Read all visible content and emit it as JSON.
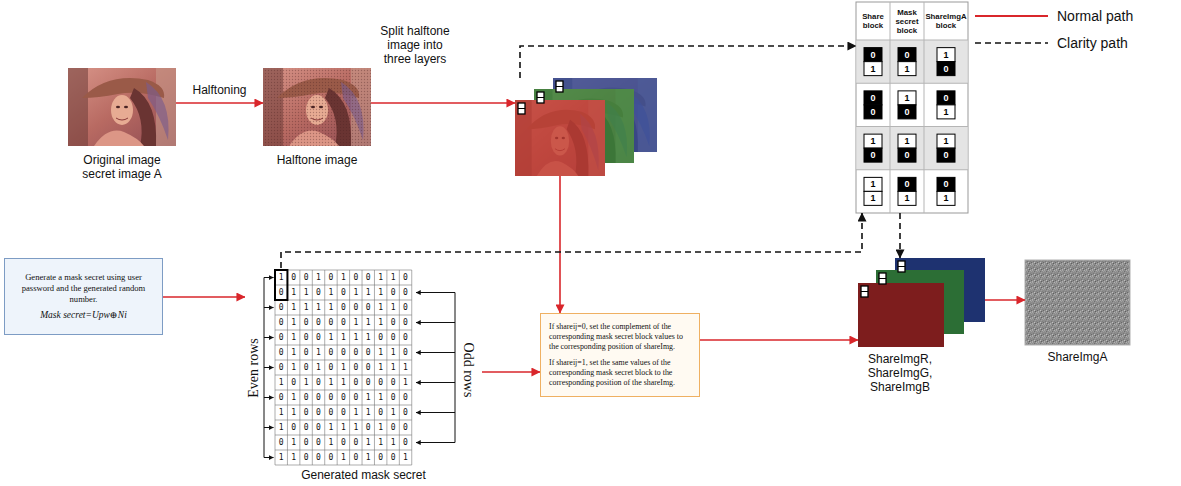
{
  "diagram": {
    "nodes": [
      {
        "text": [
          "Original image secret image A"
        ]
      },
      {
        "text": [
          "Halftone image"
        ]
      },
      {
        "text": []
      },
      {
        "text": [
          "Share block",
          "Mask secret block",
          "ShareImgA block"
        ]
      },
      {
        "text": [
          "Generate a mask secret using user password and the generated random number.",
          "Mask secret=Upw⊕Ni"
        ]
      },
      {
        "text": [
          "Generated mask secret"
        ]
      },
      {
        "text": [
          "If shareij=0, set the complement of the corresponding mask secret block values to the corresponding position of shareImg.",
          "If shareij=1, set the same values of the corresponding mask secret block to the corresponding position of the shareImg."
        ]
      },
      {
        "text": [
          "ShareImgR, ShareImgG, ShareImgB"
        ]
      },
      {
        "text": [
          "ShareImgA"
        ]
      }
    ],
    "edges": [
      {
        "from": 0,
        "to": 1,
        "label": "Halftoning",
        "arrow": "to"
      },
      {
        "from": 1,
        "to": 2,
        "label": "Split halftone image into three layers",
        "arrow": "to"
      },
      {
        "from": 2,
        "to": 3,
        "arrow": "to"
      },
      {
        "from": 2,
        "to": 6,
        "arrow": "to"
      },
      {
        "from": 4,
        "to": 5,
        "arrow": "to"
      },
      {
        "from": 5,
        "to": 3,
        "arrow": "to"
      },
      {
        "from": 5,
        "to": 6,
        "arrow": "to"
      },
      {
        "from": 6,
        "to": 7,
        "arrow": "to"
      },
      {
        "from": 3,
        "to": 7,
        "arrow": "to"
      },
      {
        "from": 7,
        "to": 8,
        "arrow": "to"
      }
    ],
    "labels": [
      "0",
      "1",
      "0",
      "1",
      "1",
      "0",
      "0",
      "0",
      "1",
      "0",
      "0",
      "1",
      "1",
      "0",
      "1",
      "0",
      "1",
      "0",
      "1",
      "1",
      "0",
      "1",
      "0",
      "1",
      "Even rows",
      "Odd rows",
      "1 0 0 1 0 1 0 0 1 1 0",
      "0 1 1 0 1 0 1 1 1 0 0",
      "0 1 1 1 1 0 0 0 1 1 0",
      "0 1 0 0 0 0 1 1 1 0 0",
      "0 1 0 0 1 1 1 1 0 0 0",
      "0 1 0 1 0 0 0 0 1 1 0",
      "0 1 0 1 0 1 0 0 1 1 1",
      "1 0 1 0 1 1 0 0 0 0 1",
      "0 1 0 0 0 0 0 1 1 0 0",
      "1 1 0 0 0 0 1 1 0 1 0",
      "1 0 0 0 1 1 1 0 1 0 0",
      "0 1 0 0 1 0 0 1 1 1 0",
      "1 1 0 0 0 1 0 1 0 0 1"
    ],
    "legend": [
      {
        "text": "Normal path"
      },
      {
        "text": "Clarity path"
      }
    ]
  }
}
